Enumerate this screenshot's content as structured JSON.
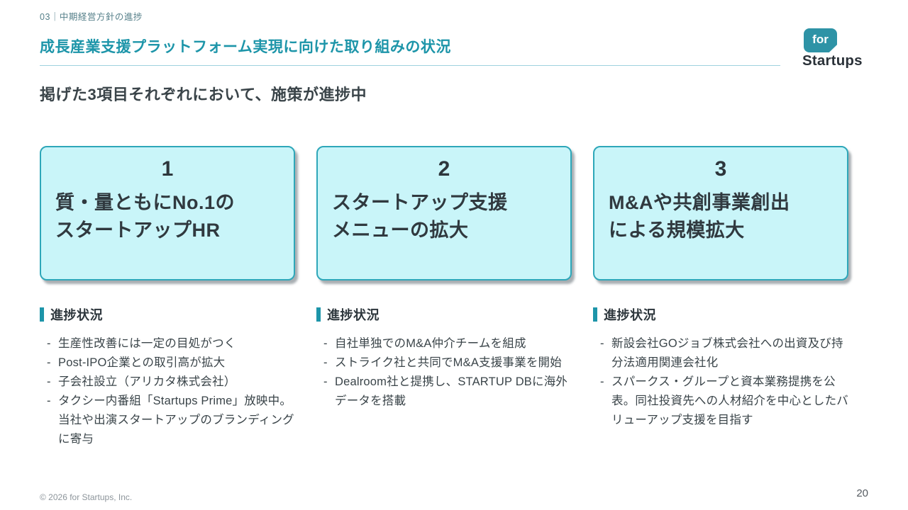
{
  "header": {
    "eyebrow": "03｜中期経営方針の進捗",
    "title": "成長産業支援プラットフォーム実現に向けた取り組みの状況"
  },
  "logo": {
    "mark": "for",
    "name": "Startups"
  },
  "subtitle": "掲げた3項目それぞれにおいて、施策が進捗中",
  "cards": [
    {
      "number": "1",
      "title": "質・量ともにNo.1の\nスタートアップHR"
    },
    {
      "number": "2",
      "title": "スタートアップ支援\nメニューの拡大"
    },
    {
      "number": "3",
      "title": "M&Aや共創事業創出\nによる規模拡大"
    }
  ],
  "sections": [
    {
      "heading": "進捗状況",
      "bullets": [
        "生産性改善には一定の目処がつく",
        "Post-IPO企業との取引高が拡大",
        "子会社設立（アリカタ株式会社）",
        "タクシー内番組「Startups Prime」放映中。当社や出演スタートアップのブランディングに寄与"
      ]
    },
    {
      "heading": "進捗状況",
      "bullets": [
        "自社単独でのM&A仲介チームを組成",
        "ストライク社と共同でM&A支援事業を開始",
        "Dealroom社と提携し、STARTUP DBに海外データを搭載"
      ]
    },
    {
      "heading": "進捗状況",
      "bullets": [
        "新設会社GOジョブ株式会社への出資及び持分法適用関連会社化",
        "スパークス・グループと資本業務提携を公表。同社投資先への人材紹介を中心としたバリューアップ支援を目指す"
      ]
    }
  ],
  "footer": {
    "copyright": "© 2026 for Startups, Inc.",
    "page_number": "20"
  },
  "colors": {
    "accent_teal": "#1d95a9",
    "logo_teal": "#2e93a6",
    "card_background": "#c9f5f9",
    "card_border": "#2ea7b9",
    "text_dark": "#2d363c",
    "text_body": "#3a4449",
    "muted_gray": "#8d959b"
  },
  "ui": {
    "bullet_marker": "-"
  }
}
